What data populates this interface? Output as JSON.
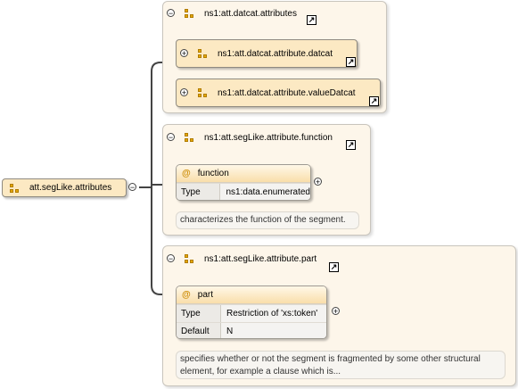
{
  "root": {
    "label": "att.segLike.attributes"
  },
  "datcat_group": {
    "title": "ns1:att.datcat.attributes",
    "items": [
      {
        "label": "ns1:att.datcat.attribute.datcat"
      },
      {
        "label": "ns1:att.datcat.attribute.valueDatcat"
      }
    ]
  },
  "function_group": {
    "title": "ns1:att.segLike.attribute.function",
    "attribute": {
      "at": "@",
      "name": "function",
      "rows": [
        {
          "key": "Type",
          "value": "ns1:data.enumerated"
        }
      ]
    },
    "doc": "characterizes the function of the segment."
  },
  "part_group": {
    "title": "ns1:att.segLike.attribute.part",
    "attribute": {
      "at": "@",
      "name": "part",
      "rows": [
        {
          "key": "Type",
          "value": "Restriction of 'xs:token'"
        },
        {
          "key": "Default",
          "value": "N"
        }
      ]
    },
    "doc_line1": "specifies whether or not the segment is fragmented by some other structural",
    "doc_line2": "element, for example a clause which is..."
  },
  "symbols": {
    "minus": "−",
    "plus": "+",
    "arrow": "↗"
  },
  "colors": {
    "ref_fill": "#fce9c3",
    "panel_fill": "#fdf6ea",
    "connector": "#444444",
    "icon": "#e5a800"
  }
}
